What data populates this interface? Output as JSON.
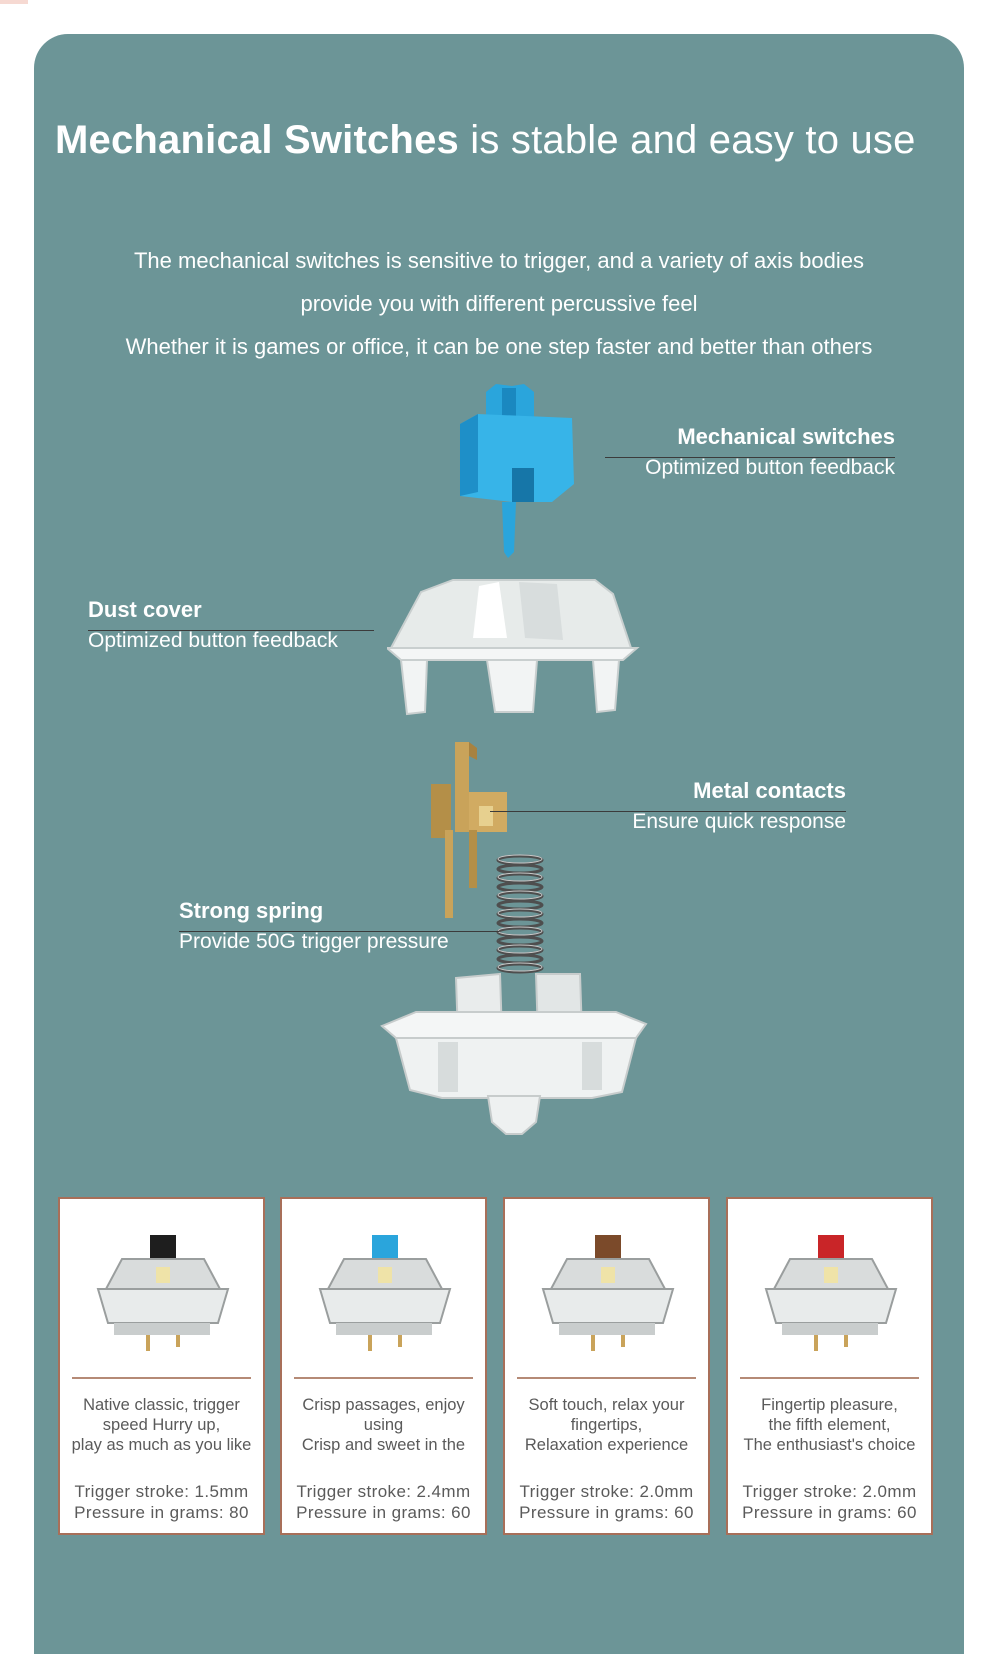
{
  "headline": {
    "bold": "Mechanical Switches",
    "rest": " is stable and easy to use"
  },
  "intro": [
    "The mechanical switches is sensitive to trigger, and a variety of axis bodies",
    "provide you with different percussive feel",
    "Whether it is games or office, it can be one step faster and better than others"
  ],
  "callouts": {
    "stem": {
      "title": "Mechanical switches",
      "subtitle": "Optimized button feedback"
    },
    "dust_cover": {
      "title": "Dust cover",
      "subtitle": "Optimized button feedback"
    },
    "metal": {
      "title": "Metal contacts",
      "subtitle": "Ensure quick response"
    },
    "spring": {
      "title": "Strong spring",
      "subtitle": "Provide 50G trigger pressure"
    }
  },
  "switches": [
    {
      "stem_color": "#1e1e1e",
      "desc": [
        "Native classic, trigger",
        "speed Hurry up,",
        "play as much as you like"
      ],
      "stroke": "Trigger stroke: 1.5mm",
      "pressure": "Pressure in grams: 80"
    },
    {
      "stem_color": "#2aa5dc",
      "desc": [
        "Crisp passages, enjoy",
        "using",
        "Crisp and sweet in the"
      ],
      "stroke": "Trigger stroke: 2.4mm",
      "pressure": "Pressure in grams: 60"
    },
    {
      "stem_color": "#7b4a2a",
      "desc": [
        "Soft touch, relax your",
        "fingertips,",
        "Relaxation experience"
      ],
      "stroke": "Trigger stroke: 2.0mm",
      "pressure": "Pressure in grams: 60"
    },
    {
      "stem_color": "#c92528",
      "desc": [
        "Fingertip pleasure,",
        "the fifth element,",
        "The enthusiast's choice"
      ],
      "stroke": "Trigger stroke: 2.0mm",
      "pressure": "Pressure in grams: 60"
    }
  ]
}
